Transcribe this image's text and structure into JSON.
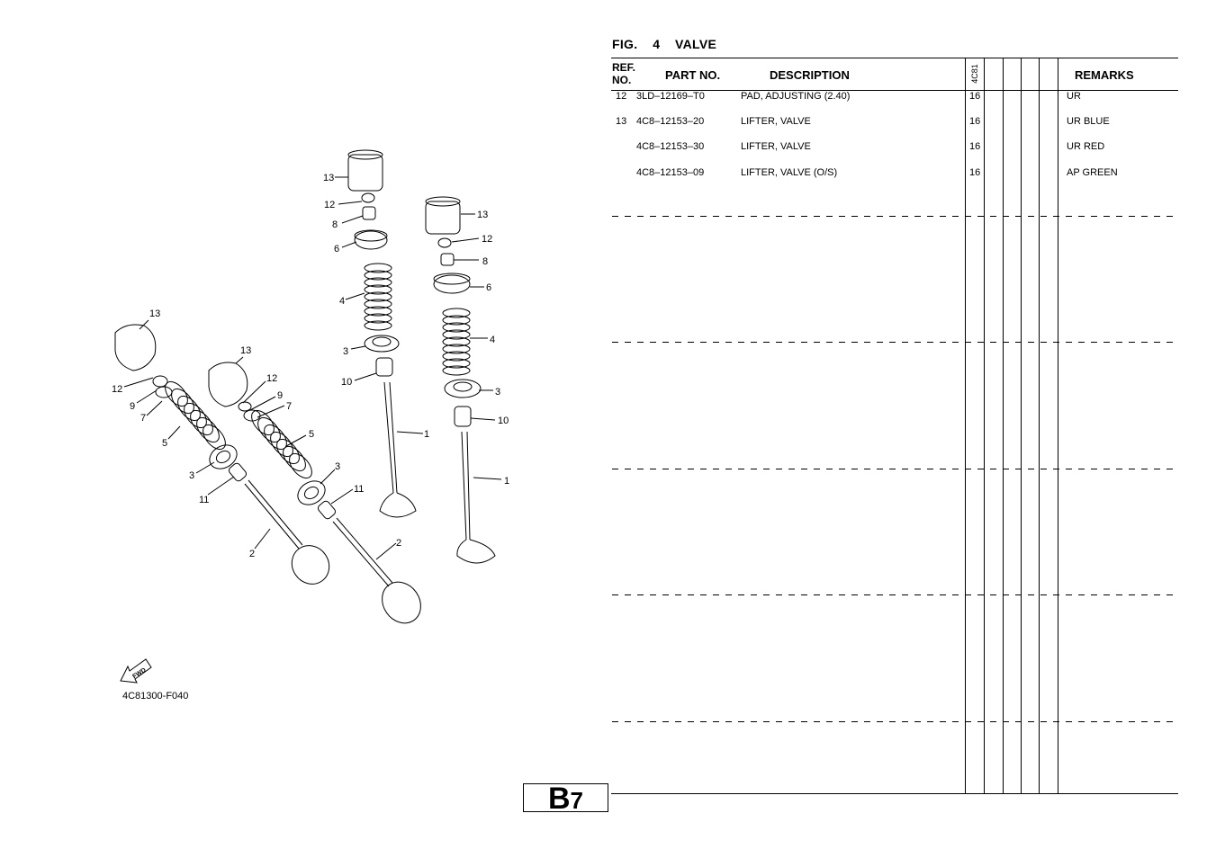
{
  "figure": {
    "label": "FIG.",
    "number": "4",
    "title": "VALVE"
  },
  "table": {
    "headers": {
      "ref_no": "REF. NO.",
      "part_no": "PART NO.",
      "description": "DESCRIPTION",
      "model_code": "4C81",
      "remarks": "REMARKS"
    },
    "rows": [
      {
        "ref": "12",
        "part_no": "3LD–12169–T0",
        "description": "PAD, ADJUSTING (2.40)",
        "qty": "16",
        "remarks": "UR"
      },
      {
        "ref": "13",
        "part_no": "4C8–12153–20",
        "description": "LIFTER, VALVE",
        "qty": "16",
        "remarks": "UR BLUE"
      },
      {
        "ref": "",
        "part_no": "4C8–12153–30",
        "description": "LIFTER, VALVE",
        "qty": "16",
        "remarks": "UR RED"
      },
      {
        "ref": "",
        "part_no": "4C8–12153–09",
        "description": "LIFTER, VALVE (O/S)",
        "qty": "16",
        "remarks": "AP GREEN"
      }
    ]
  },
  "diagram": {
    "code": "4C81300-F040",
    "fwd_label": "FWD",
    "callouts": {
      "a13": "13",
      "a12": "12",
      "a9": "9",
      "a7": "7",
      "a5": "5",
      "a3": "3",
      "a11": "11",
      "a2": "2",
      "b13": "13",
      "b12": "12",
      "b9": "9",
      "b7": "7",
      "b5": "5",
      "b3": "3",
      "b11": "11",
      "b2": "2",
      "c13": "13",
      "c12": "12",
      "c8": "8",
      "c6": "6",
      "c4": "4",
      "c3": "3",
      "c10": "10",
      "c1": "1",
      "d13": "13",
      "d12": "12",
      "d8": "8",
      "d6": "6",
      "d4": "4",
      "d3": "3",
      "d10": "10",
      "d1": "1"
    }
  },
  "page": {
    "section": "B",
    "number": "7"
  }
}
